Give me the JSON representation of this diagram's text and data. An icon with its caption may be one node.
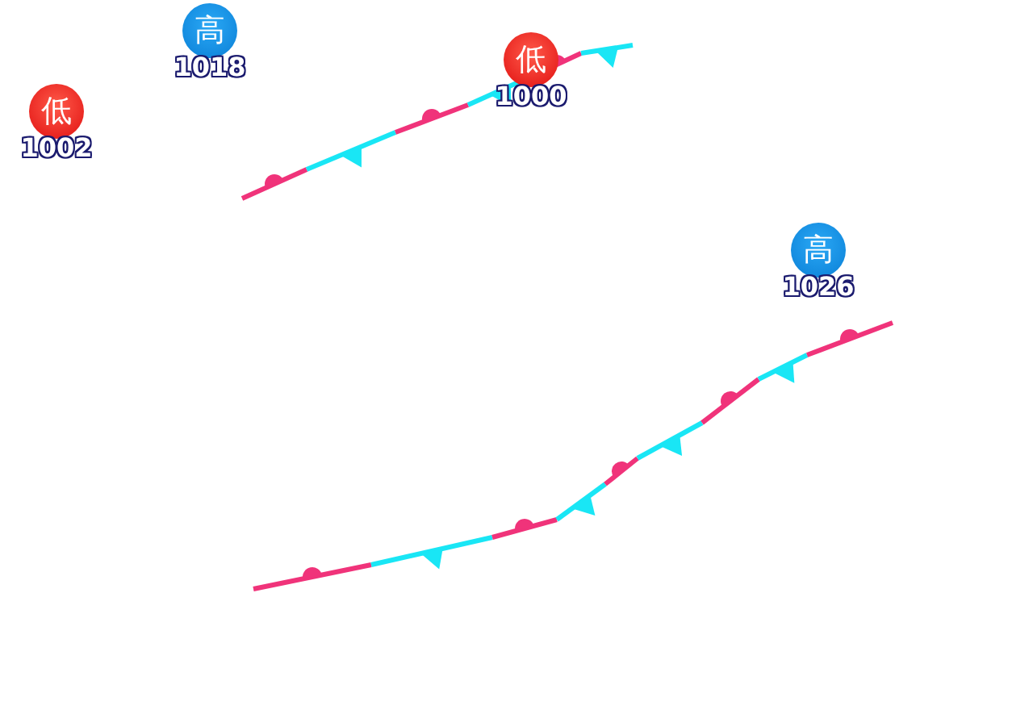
{
  "diagram": {
    "nodes": [
      {
        "text": [
          "高"
        ],
        "beside": [
          "1018"
        ]
      },
      {
        "text": [
          "低"
        ],
        "beside": [
          "1000"
        ]
      },
      {
        "text": [
          "低"
        ],
        "beside": [
          "1002"
        ]
      },
      {
        "text": [
          "高"
        ],
        "beside": [
          "1026"
        ]
      }
    ]
  }
}
